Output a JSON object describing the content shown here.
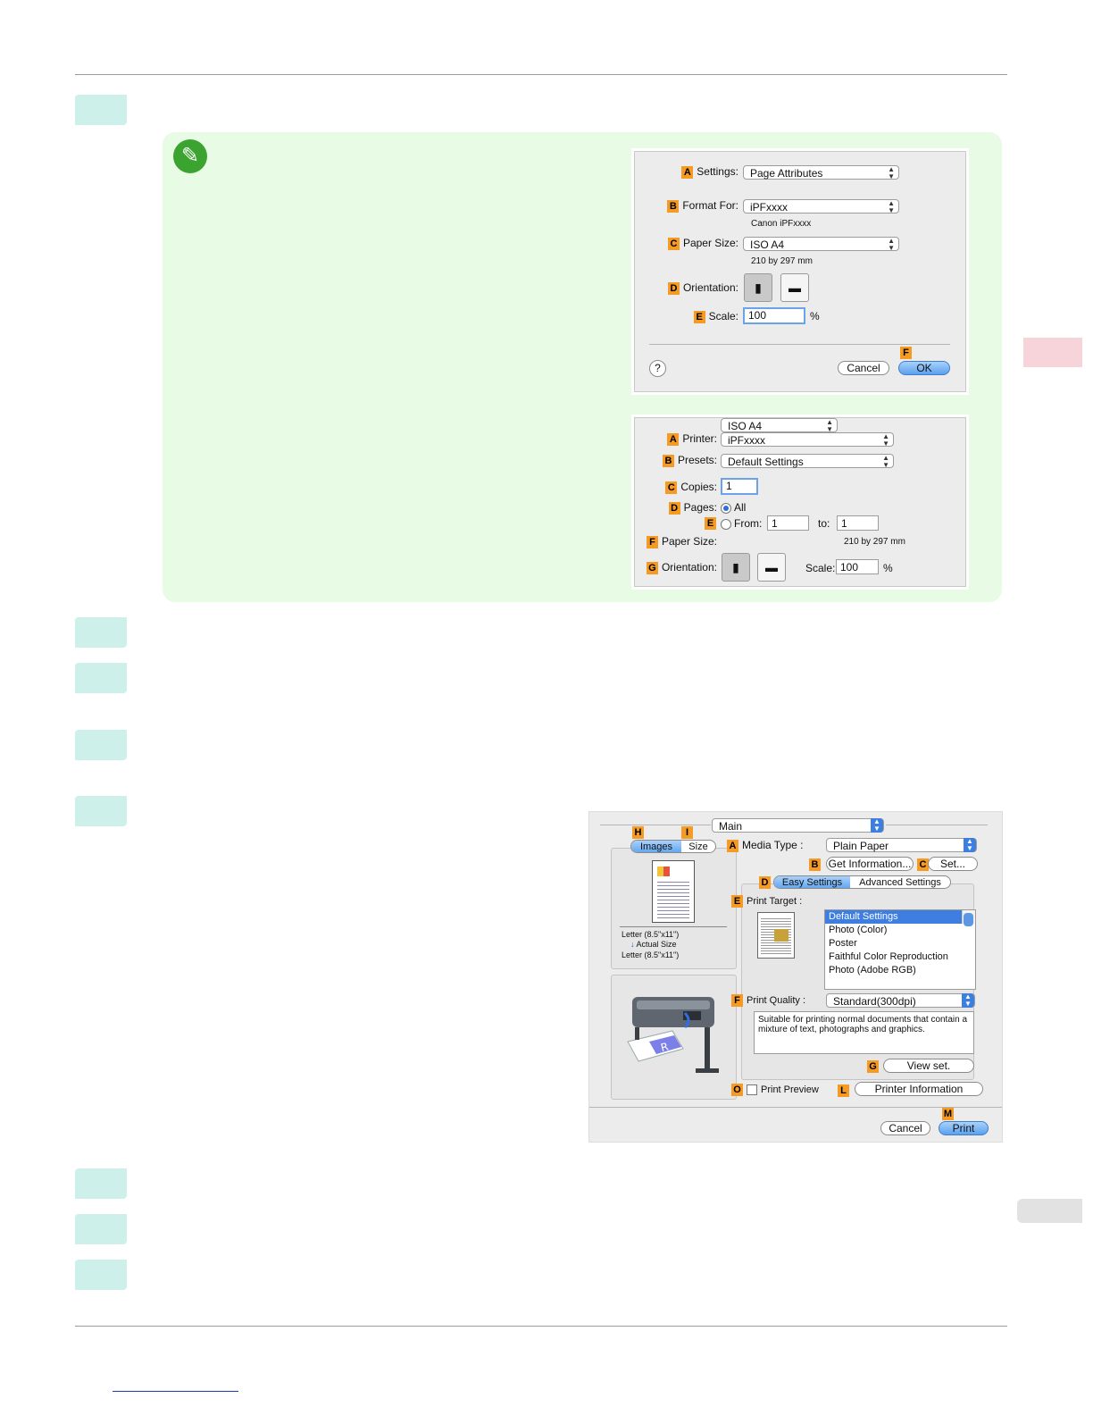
{
  "page_setup": {
    "settings": {
      "badge": "A",
      "label": "Settings:",
      "value": "Page Attributes"
    },
    "format_for": {
      "badge": "B",
      "label": "Format For:",
      "value": "iPFxxxx",
      "sub": "Canon iPFxxxx"
    },
    "paper_size": {
      "badge": "C",
      "label": "Paper Size:",
      "value": "ISO A4",
      "sub": "210 by 297 mm"
    },
    "orientation": {
      "badge": "D",
      "label": "Orientation:"
    },
    "scale": {
      "badge": "E",
      "label": "Scale:",
      "value": "100",
      "unit": "%"
    },
    "help": "?",
    "cancel": "Cancel",
    "ok": {
      "badge": "F",
      "label": "OK"
    }
  },
  "print_dialog": {
    "printer": {
      "badge": "A",
      "label": "Printer:",
      "value": "iPFxxxx"
    },
    "presets": {
      "badge": "B",
      "label": "Presets:",
      "value": "Default Settings"
    },
    "copies": {
      "badge": "C",
      "label": "Copies:",
      "value": "1"
    },
    "pages": {
      "badge": "D",
      "label": "Pages:",
      "all": "All"
    },
    "from": {
      "badge": "E",
      "label": "From:",
      "from_value": "1",
      "to_label": "to:",
      "to_value": "1"
    },
    "paper_size": {
      "badge": "F",
      "label": "Paper Size:",
      "value": "ISO A4",
      "sub": "210 by 297 mm"
    },
    "orientation": {
      "badge": "G",
      "label": "Orientation:",
      "scale_label": "Scale:",
      "scale_value": "100",
      "unit": "%"
    }
  },
  "driver": {
    "panel_popup": "Main",
    "tabs": {
      "badge_h": "H",
      "badge_i": "I",
      "images": "Images",
      "size": "Size"
    },
    "preview": {
      "line1": "Letter (8.5\"x11\")",
      "line2": "Actual Size",
      "line3": "Letter (8.5\"x11\")"
    },
    "media_type": {
      "badge": "A",
      "label": "Media Type :",
      "value": "Plain Paper"
    },
    "get_info": {
      "badge": "B",
      "label": "Get Information..."
    },
    "set": {
      "badge": "C",
      "label": "Set..."
    },
    "mode_tabs": {
      "badge": "D",
      "easy": "Easy Settings",
      "advanced": "Advanced Settings"
    },
    "print_target": {
      "badge": "E",
      "label": "Print Target :",
      "items": [
        "Default Settings",
        "Photo (Color)",
        "Poster",
        "Faithful Color Reproduction",
        "Photo (Adobe RGB)"
      ]
    },
    "print_quality": {
      "badge": "F",
      "label": "Print Quality :",
      "value": "Standard(300dpi)",
      "description": "Suitable for printing normal documents that contain a mixture of text, photographs and graphics."
    },
    "view_set": {
      "badge": "G",
      "label": "View set."
    },
    "print_preview": {
      "badge": "O",
      "label": "Print Preview"
    },
    "printer_info": {
      "badge": "L",
      "label": "Printer Information"
    },
    "cancel": "Cancel",
    "print": {
      "badge": "M",
      "label": "Print"
    }
  },
  "colors": {
    "step_box": "#cdf0ea",
    "note_panel": "#e8fbe4",
    "badge": "#f59a23",
    "side_tab": "#f7d4da"
  }
}
